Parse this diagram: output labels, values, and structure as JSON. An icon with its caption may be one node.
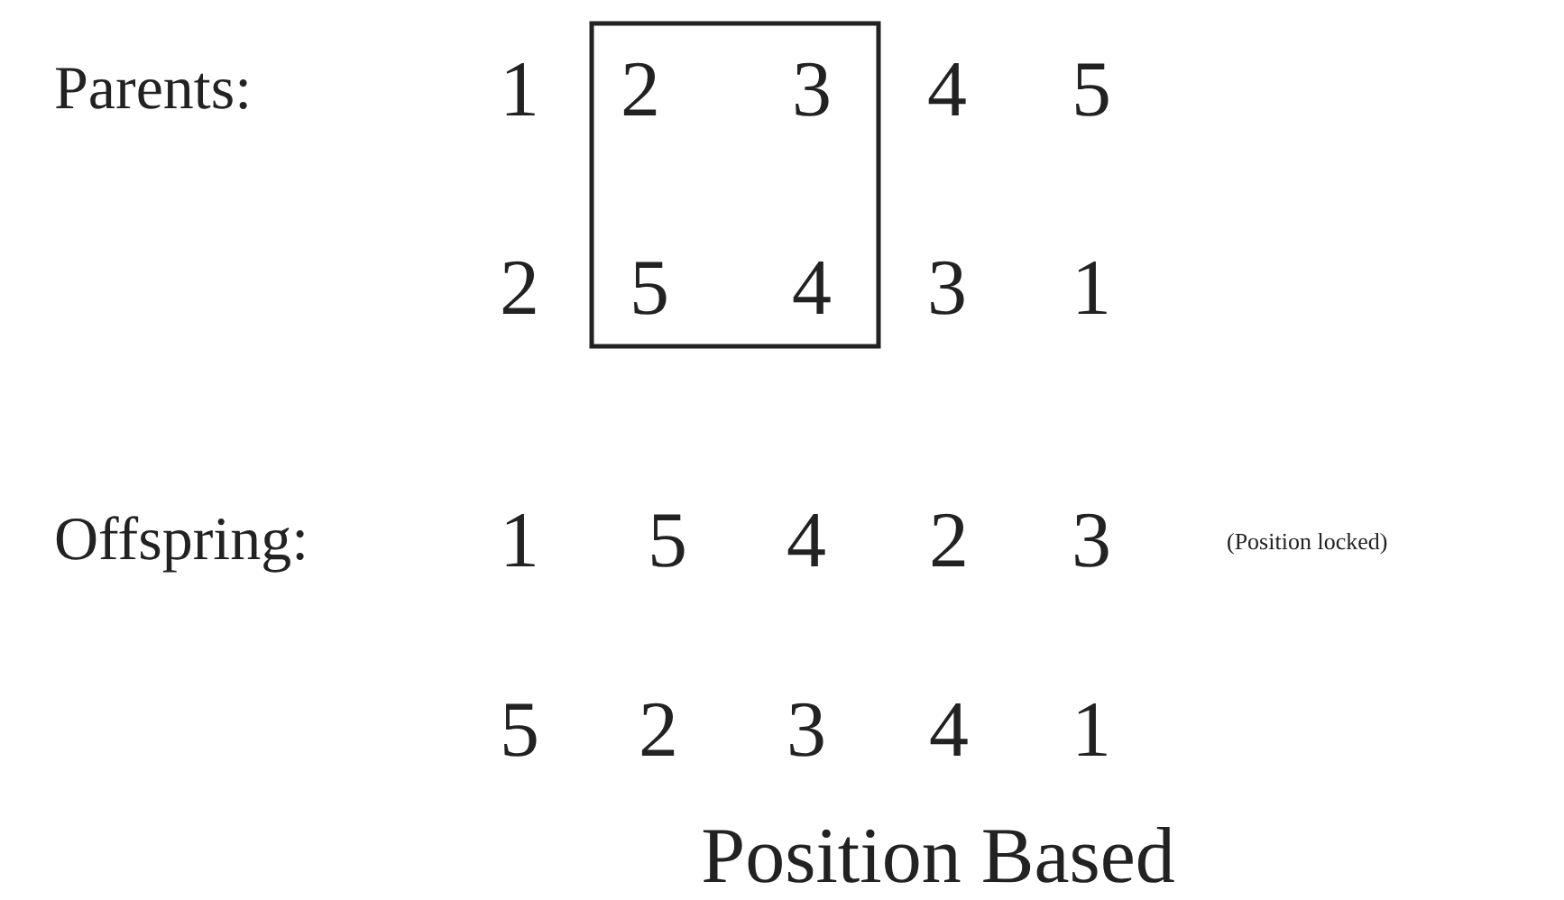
{
  "diagram": {
    "caption": "Position Based",
    "labels": [
      "Parents:",
      "1",
      "2",
      "3",
      "4",
      "5",
      "2",
      "5",
      "4",
      "3",
      "1",
      "Offspring:",
      "1",
      "5",
      "4",
      "2",
      "3",
      "(Position locked)",
      "5",
      "2",
      "3",
      "4",
      "1"
    ]
  }
}
